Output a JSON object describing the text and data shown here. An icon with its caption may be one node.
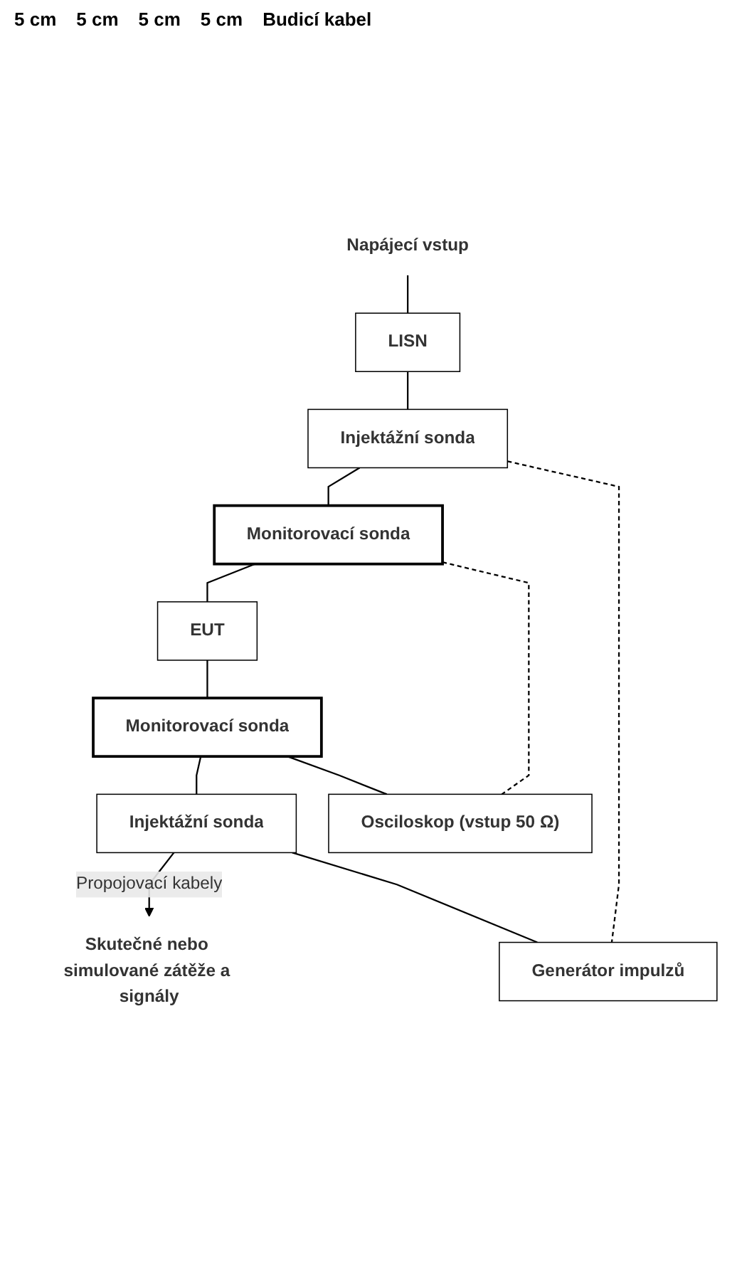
{
  "diagram": {
    "nodes": [
      {
        "text": [
          "Napájecí vstup"
        ]
      },
      {
        "text": [
          "LISN"
        ]
      },
      {
        "text": [
          "Injektážní sonda"
        ]
      },
      {
        "text": [
          "Monitorovací sonda"
        ]
      },
      {
        "text": [
          "EUT"
        ]
      },
      {
        "text": [
          "Monitorovací sonda"
        ]
      },
      {
        "text": [
          "Injektážní sonda"
        ]
      },
      {
        "text": [
          "Osciloskop (vstup 50 Ω)"
        ]
      },
      {
        "text": [
          "Generátor impulzů"
        ]
      },
      {
        "text": [
          "Skutečné nebo simulované zátěže a signály"
        ]
      }
    ],
    "edges": [
      {
        "from": 0,
        "to": 1,
        "arrow": "none"
      },
      {
        "from": 1,
        "to": 2,
        "arrow": "none"
      },
      {
        "from": 2,
        "to": 3,
        "arrow": "none"
      },
      {
        "from": 3,
        "to": 4,
        "arrow": "none"
      },
      {
        "from": 4,
        "to": 5,
        "arrow": "none"
      },
      {
        "from": 5,
        "to": 6,
        "arrow": "none"
      },
      {
        "from": 6,
        "to": 9,
        "arrow": "to",
        "label": "Propojovací kabely"
      },
      {
        "from": 5,
        "to": 7,
        "arrow": "none"
      },
      {
        "from": 3,
        "to": 7,
        "arrow": "none",
        "style": "dashed"
      },
      {
        "from": 6,
        "to": 8,
        "arrow": "none"
      },
      {
        "from": 2,
        "to": 8,
        "arrow": "none",
        "style": "dashed"
      }
    ],
    "labels": [
      "5 cm",
      "5 cm",
      "5 cm",
      "5 cm",
      "Budicí kabel"
    ]
  }
}
